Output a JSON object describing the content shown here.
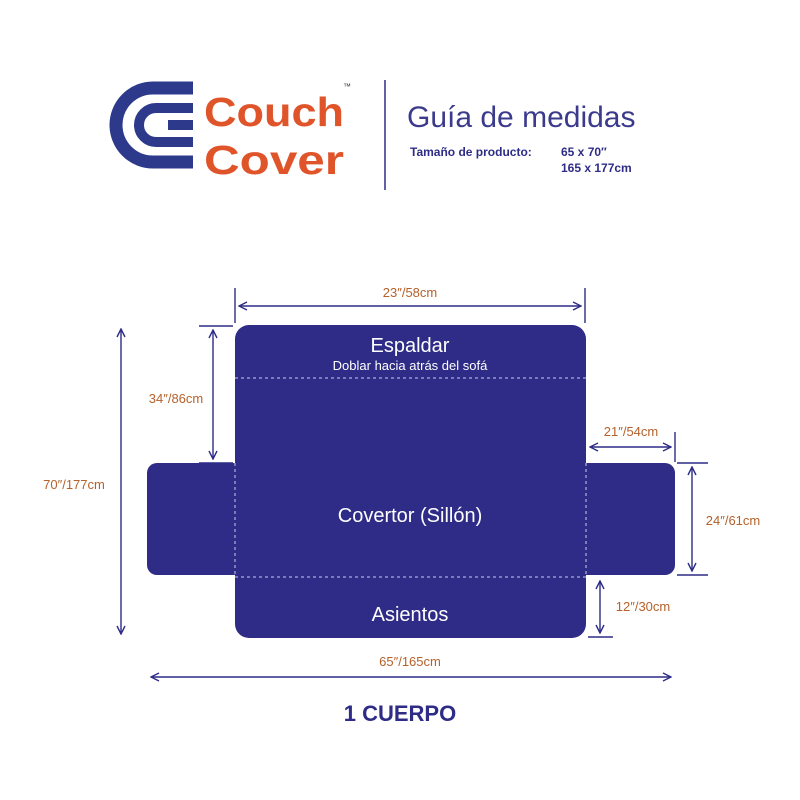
{
  "brand": {
    "line1": "Couch",
    "line2": "Cover",
    "trademark": "™"
  },
  "header": {
    "title": "Guía de medidas",
    "size_label": "Tamaño de producto:",
    "size_imperial": "65 x 70″",
    "size_metric": "165 x 177cm"
  },
  "cover": {
    "back_title": "Espaldar",
    "back_subtitle": "Doblar hacia atrás del sofá",
    "center_label": "Covertor (Sillón)",
    "seat_label": "Asientos"
  },
  "dimensions": {
    "top_width": "23″/58cm",
    "back_height": "34″/86cm",
    "total_height": "70″/177cm",
    "arm_width": "21″/54cm",
    "arm_height": "24″/61cm",
    "seat_height": "12″/30cm",
    "total_width": "65″/165cm"
  },
  "footer": {
    "label": "1 CUERPO"
  },
  "colors": {
    "navy": "#2e2c86",
    "brand_blue": "#2d3a8c",
    "brand_orange": "#e0542a",
    "dim_orange": "#b5612a",
    "dashed_line": "#c9c8ea"
  }
}
